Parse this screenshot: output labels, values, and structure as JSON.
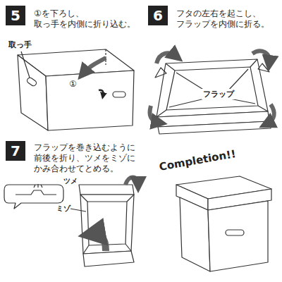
{
  "diagram": {
    "nodes": [
      {
        "text": [
          "5",
          "①を下ろし、 取っ手を内側に折り込む。"
        ]
      },
      {
        "text": [
          "6",
          "フタの左右を起こし、 フラップを内側に折る。"
        ]
      },
      {
        "text": [
          "7",
          "フラップを巻き込むように 前後を折り、ツメをミゾに かみ合わせてとめる。"
        ]
      }
    ],
    "labels": [
      "取っ手",
      "①",
      "フラップ",
      "ツメ",
      "ミゾ",
      "Completion!!"
    ]
  }
}
